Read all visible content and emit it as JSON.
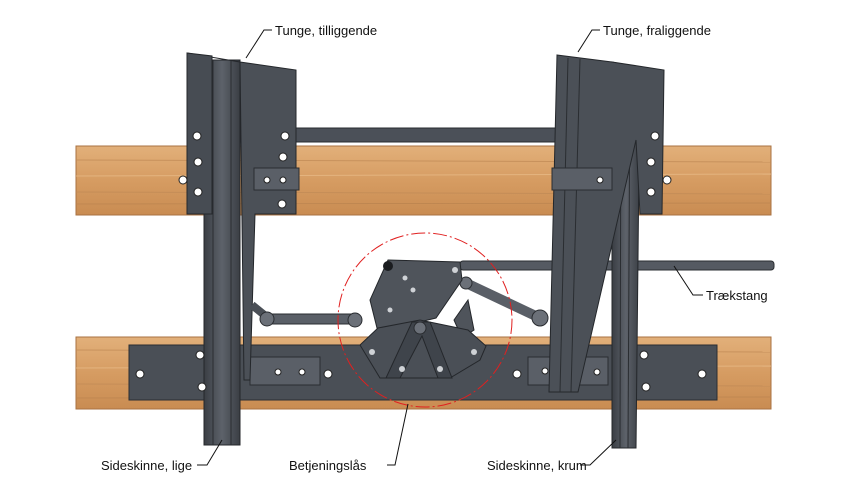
{
  "labels": {
    "tunge_tilliggende": "Tunge, tilliggende",
    "tunge_fraliggende": "Tunge, fraliggende",
    "traekstang": "Trækstang",
    "sideskinne_lige": "Sideskinne, lige",
    "betjeningslaas": "Betjeningslås",
    "sideskinne_krum": "Sideskinne, krum"
  },
  "colors": {
    "wood": "#d9a36b",
    "steel": "#4a4f56",
    "steel_light": "#6b7078",
    "accent_circle": "#e02020"
  }
}
